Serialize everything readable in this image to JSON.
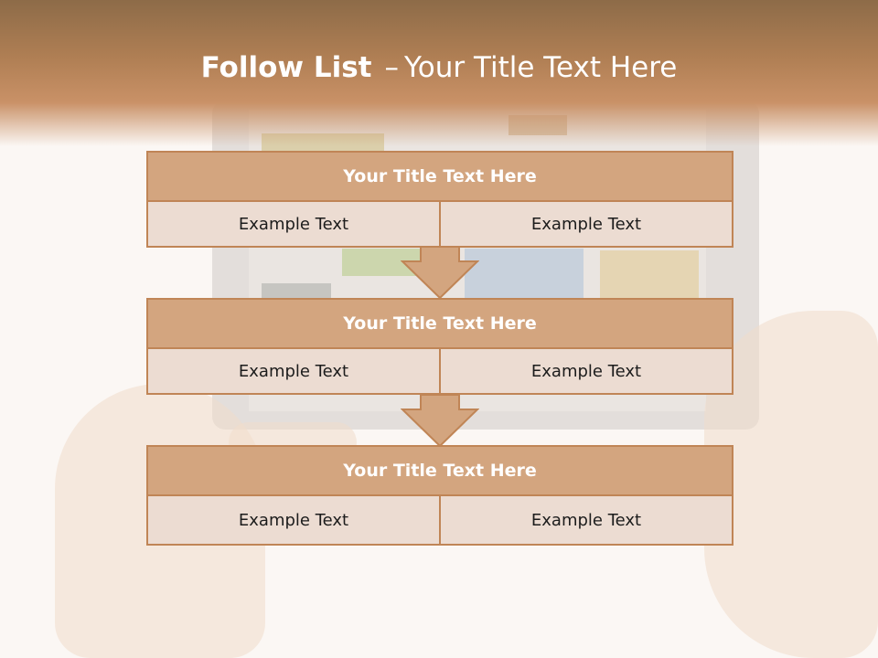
{
  "title": {
    "bold_part": "Follow List",
    "separator": "–",
    "rest": "Your Title Text Here"
  },
  "steps": [
    {
      "title": "Your Title Text Here",
      "left": "Example Text",
      "right": "Example Text"
    },
    {
      "title": "Your Title Text Here",
      "left": "Example Text",
      "right": "Example Text"
    },
    {
      "title": "Your Title Text Here",
      "left": "Example Text",
      "right": "Example Text"
    }
  ],
  "colors": {
    "header_brown": "#b07f54",
    "box_title": "#d3a57f",
    "box_border": "#c08556",
    "cell_fill": "#ecdcd2",
    "arrow_fill": "#d3a57f"
  }
}
